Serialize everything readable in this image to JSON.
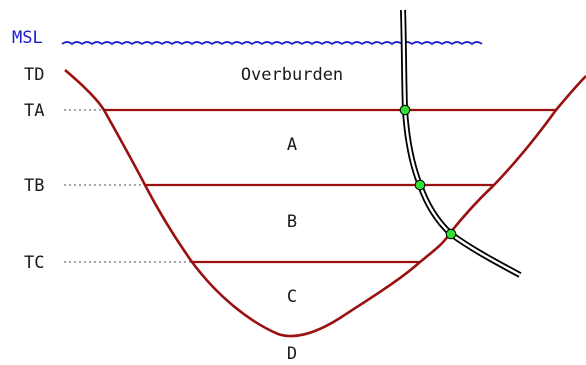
{
  "sea_level": {
    "label": "MSL"
  },
  "tops": [
    {
      "label": "TD"
    },
    {
      "label": "TA"
    },
    {
      "label": "TB"
    },
    {
      "label": "TC"
    }
  ],
  "zones": [
    {
      "label": "Overburden"
    },
    {
      "label": "A"
    },
    {
      "label": "B"
    },
    {
      "label": "C"
    },
    {
      "label": "D"
    }
  ],
  "colors": {
    "horizon": "#9a1010",
    "sea_level": "#1a1acc",
    "marker": "#33dd33",
    "leader": "#888888",
    "well": "#000000"
  },
  "icons": {
    "well_marker": "green-dot"
  }
}
